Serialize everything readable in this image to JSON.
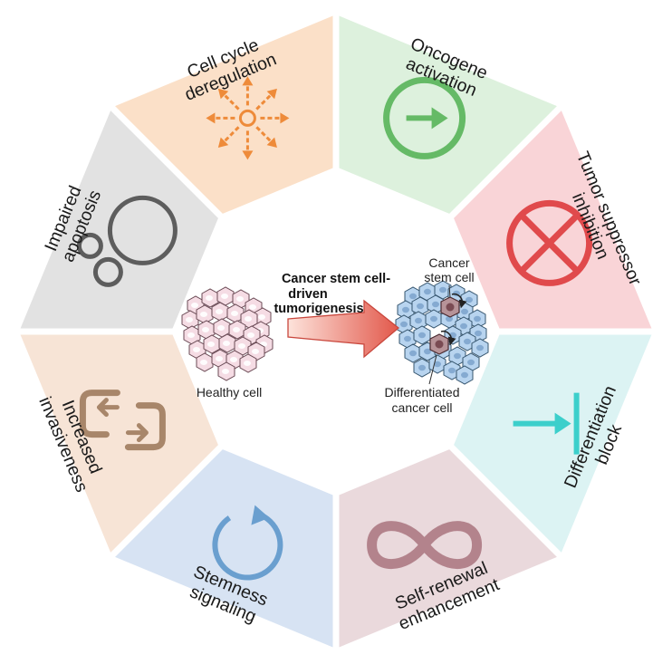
{
  "segments": [
    {
      "id": "cell-cycle",
      "line1": "Cell cycle",
      "line2": "deregulation",
      "color": "#fbe0c8",
      "icon": "explosion-arrows-icon",
      "icon_color": "#ee8b3a"
    },
    {
      "id": "oncogene",
      "line1": "Oncogene",
      "line2": "activation",
      "color": "#ddf1dd",
      "icon": "arrow-circle-icon",
      "icon_color": "#65ba66"
    },
    {
      "id": "tumor-suppressor",
      "line1": "Tumor suppressor",
      "line2": "inhibition",
      "color": "#f9d4d7",
      "icon": "x-circle-icon",
      "icon_color": "#e04a4c"
    },
    {
      "id": "differentiation-block",
      "line1": "Differentiation",
      "line2": "block",
      "color": "#dcf3f3",
      "icon": "block-arrow-icon",
      "icon_color": "#3ccfcb"
    },
    {
      "id": "self-renewal",
      "line1": "Self-renewal",
      "line2": "enhancement",
      "color": "#ead9dc",
      "icon": "infinity-icon",
      "icon_color": "#b3838c"
    },
    {
      "id": "stemness",
      "line1": "Stemness",
      "line2": "signaling",
      "color": "#d7e3f3",
      "icon": "cycle-arrow-icon",
      "icon_color": "#6a9fcf"
    },
    {
      "id": "invasiveness",
      "line1": "Increased",
      "line2": "invasiveness",
      "color": "#f7e4d6",
      "icon": "swap-arrows-icon",
      "icon_color": "#a8866a"
    },
    {
      "id": "apoptosis",
      "line1": "Impaired",
      "line2": "apoptosis",
      "color": "#e2e2e2",
      "icon": "bubbles-icon",
      "icon_color": "#5d5d5d"
    }
  ],
  "center": {
    "title_line1": "Cancer stem cell-",
    "title_line2": "driven",
    "title_line3": "tumorigenesis",
    "healthy_label": "Healthy cell",
    "stem_label_line1": "Cancer",
    "stem_label_line2": "stem cell",
    "diff_label_line1": "Differentiated",
    "diff_label_line2": "cancer cell",
    "arrow_color": "#e5665a"
  }
}
